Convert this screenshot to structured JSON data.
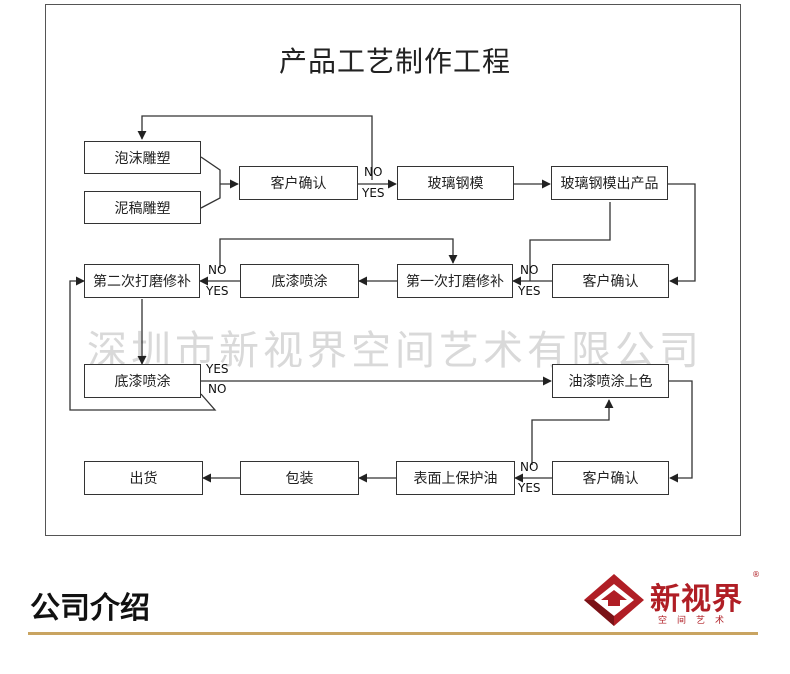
{
  "title": "产品工艺制作工程",
  "watermark": "深圳市新视界空间艺术有限公司",
  "nodes": {
    "foam_sculpt": "泡沫雕塑",
    "clay_sculpt": "泥稿雕塑",
    "confirm_1": "客户确认",
    "fiberglass_mold": "玻璃钢模",
    "fiberglass_product": "玻璃钢模出产品",
    "confirm_2": "客户确认",
    "first_sanding": "第一次打磨修补",
    "primer_1": "底漆喷涂",
    "second_sanding": "第二次打磨修补",
    "primer_2": "底漆喷涂",
    "oil_paint": "油漆喷涂上色",
    "confirm_3": "客户确认",
    "surface_oil": "表面上保护油",
    "packaging": "包装",
    "shipping": "出货"
  },
  "labels": {
    "no": "NO",
    "yes": "YES"
  },
  "section": {
    "heading": "公司介绍"
  },
  "logo": {
    "name": "新视界",
    "subtitle": "空间艺术",
    "registered": "®",
    "brand_color": "#b01e25"
  },
  "colors": {
    "accent_line": "#c9a461",
    "watermark": "#d9d9d9"
  }
}
